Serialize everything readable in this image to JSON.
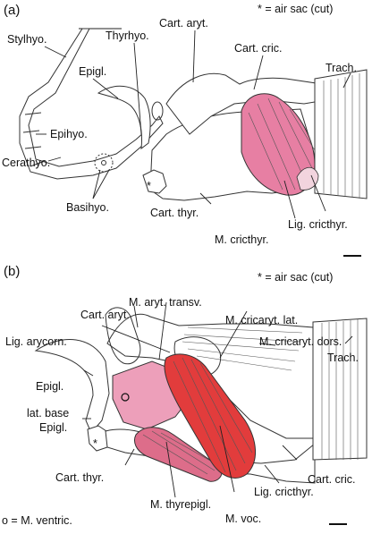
{
  "colors": {
    "muscle_light": "#e77fa3",
    "muscle_pink": "#dd6d8a",
    "muscle_red": "#e23c3c",
    "ligament": "#f2d4de",
    "outline": "#333333"
  },
  "panel_a": {
    "tag": "(a)",
    "note": "* = air sac (cut)",
    "labels": {
      "stylhyo": "Stylhyo.",
      "thyrhyo": "Thyrhyo.",
      "cart_aryt": "Cart. aryt.",
      "cart_cric": "Cart. cric.",
      "epigl": "Epigl.",
      "trach": "Trach.",
      "epihyo": "Epihyo.",
      "cerathyo": "Cerathyo.",
      "basihyo": "Basihyo.",
      "cart_thyr": "Cart. thyr.",
      "lig_cricthyr": "Lig. cricthyr.",
      "m_cricthyr": "M. cricthyr."
    },
    "star": "*"
  },
  "panel_b": {
    "tag": "(b)",
    "note": "* = air sac (cut)",
    "labels": {
      "m_aryt_transv": "M. aryt. transv.",
      "cart_aryt": "Cart. aryt.",
      "m_cricaryt_lat": "M. cricaryt. lat.",
      "lig_arycorn": "Lig. arycorn.",
      "m_cricaryt_dors": "M. cricaryt. dors.",
      "trach": "Trach.",
      "epigl": "Epigl.",
      "lat_base_epigl_1": "lat. base",
      "lat_base_epigl_2": "Epigl.",
      "cart_thyr": "Cart. thyr.",
      "cart_cric": "Cart. cric.",
      "lig_cricthyr": "Lig. cricthyr.",
      "m_thyrepigl": "M. thyrepigl.",
      "m_voc": "M. voc."
    },
    "circle_marker": "o",
    "star": "*",
    "legend": "o = M. ventric."
  }
}
